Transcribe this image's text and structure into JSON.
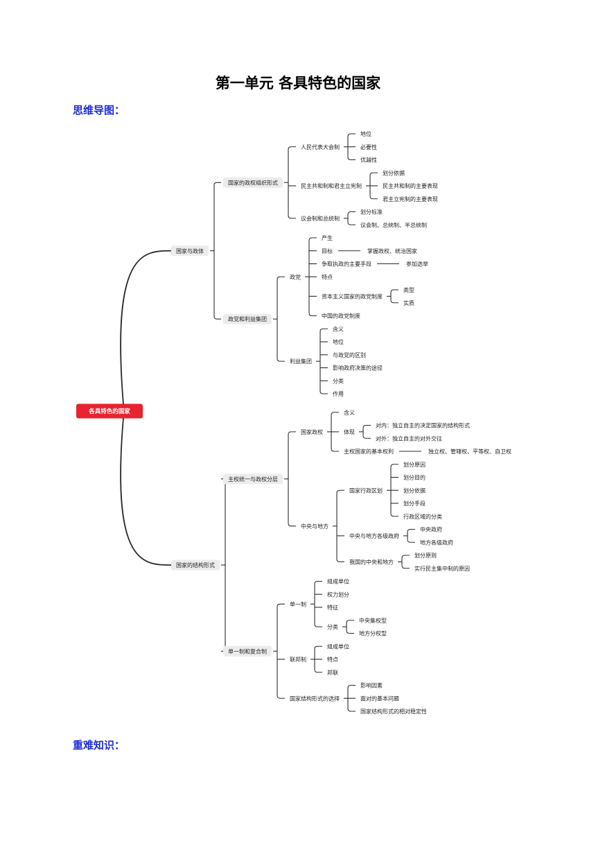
{
  "document": {
    "title": "第一单元 各具特色的国家",
    "mindmap_heading": "思维导图：",
    "key_points_heading": "重难知识："
  },
  "colors": {
    "root_fill": "#e8222e",
    "line": "#2b2b2b",
    "heading": "#1e2fd6",
    "pill_fill": "#ececec"
  },
  "mindmap": {
    "root": {
      "label": "各具特色的国家",
      "children": [
        {
          "label": "国家与政体",
          "children": [
            {
              "label": "国家的政权组织形式",
              "children": [
                {
                  "label": "人民代表大会制",
                  "children": [
                    {
                      "label": "地位"
                    },
                    {
                      "label": "必要性"
                    },
                    {
                      "label": "优越性"
                    }
                  ]
                },
                {
                  "label": "民主共和制和君主立宪制",
                  "children": [
                    {
                      "label": "划分依据"
                    },
                    {
                      "label": "民主共和制的主要表现"
                    },
                    {
                      "label": "君主立宪制的主要表现"
                    }
                  ]
                },
                {
                  "label": "议会制和总统制",
                  "children": [
                    {
                      "label": "划分标准"
                    },
                    {
                      "label": "议会制、总统制、半总统制"
                    }
                  ]
                }
              ]
            },
            {
              "label": "政党和利益集团",
              "children": [
                {
                  "label": "政党",
                  "children": [
                    {
                      "label": "产生"
                    },
                    {
                      "label": "目标",
                      "children": [
                        {
                          "label": "掌握政权、统治国家"
                        }
                      ]
                    },
                    {
                      "label": "争取执政的主要手段",
                      "children": [
                        {
                          "label": "参加选举"
                        }
                      ]
                    },
                    {
                      "label": "特点"
                    },
                    {
                      "label": "资本主义国家的政党制度",
                      "children": [
                        {
                          "label": "类型"
                        },
                        {
                          "label": "实质"
                        }
                      ]
                    },
                    {
                      "label": "中国的政党制度"
                    }
                  ]
                },
                {
                  "label": "利益集团",
                  "children": [
                    {
                      "label": "含义"
                    },
                    {
                      "label": "地位"
                    },
                    {
                      "label": "与政党的区别"
                    },
                    {
                      "label": "影响政府决策的途径"
                    },
                    {
                      "label": "分类"
                    },
                    {
                      "label": "作用"
                    }
                  ]
                }
              ]
            }
          ]
        },
        {
          "label": "国家的结构形式",
          "children": [
            {
              "label": "主权统一与政权分层",
              "children": [
                {
                  "label": "国家政权",
                  "children": [
                    {
                      "label": "含义"
                    },
                    {
                      "label": "体现",
                      "children": [
                        {
                          "label": "对内：独立自主的决定国家的结构形式"
                        },
                        {
                          "label": "对外：独立自主的对外交往"
                        }
                      ]
                    },
                    {
                      "label": "主权国家的基本权利",
                      "children": [
                        {
                          "label": "独立权、管辖权、平等权、自卫权"
                        }
                      ]
                    }
                  ]
                },
                {
                  "label": "中央与地方",
                  "children": [
                    {
                      "label": "国家行政区划",
                      "children": [
                        {
                          "label": "划分原因"
                        },
                        {
                          "label": "划分目的"
                        },
                        {
                          "label": "划分依据"
                        },
                        {
                          "label": "划分手段"
                        },
                        {
                          "label": "行政区域的分类"
                        }
                      ]
                    },
                    {
                      "label": "中央与地方各级政府",
                      "children": [
                        {
                          "label": "中央政府"
                        },
                        {
                          "label": "地方各级政府"
                        }
                      ]
                    },
                    {
                      "label": "我国的中央和地方",
                      "children": [
                        {
                          "label": "划分原则"
                        },
                        {
                          "label": "实行民主集中制的原因"
                        }
                      ]
                    }
                  ]
                }
              ]
            },
            {
              "label": "单一制和复合制",
              "children": [
                {
                  "label": "单一制",
                  "children": [
                    {
                      "label": "组成单位"
                    },
                    {
                      "label": "权力划分"
                    },
                    {
                      "label": "特征"
                    },
                    {
                      "label": "分类",
                      "children": [
                        {
                          "label": "中央集权型"
                        },
                        {
                          "label": "地方分权型"
                        }
                      ]
                    }
                  ]
                },
                {
                  "label": "联邦制",
                  "children": [
                    {
                      "label": "组成单位"
                    },
                    {
                      "label": "特点"
                    },
                    {
                      "label": "邦联"
                    }
                  ]
                },
                {
                  "label": "国家结构形式的选择",
                  "children": [
                    {
                      "label": "影响因素"
                    },
                    {
                      "label": "面对的基本问题"
                    },
                    {
                      "label": "国家结构形式的相对稳定性"
                    }
                  ]
                }
              ]
            }
          ]
        }
      ]
    }
  }
}
